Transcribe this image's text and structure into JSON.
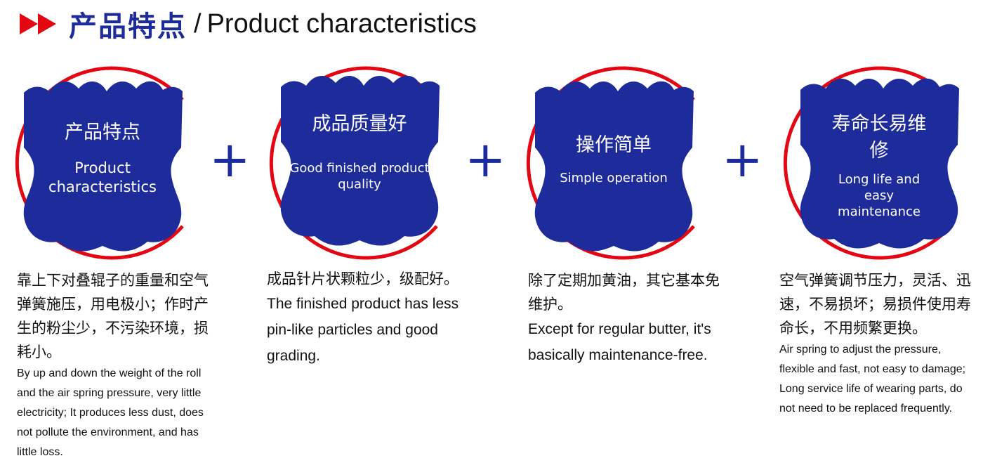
{
  "header": {
    "title_cn": "产品特点",
    "separator": "/",
    "title_en": "Product characteristics",
    "accent_color": "#e30613",
    "brand_color": "#1d2c9a"
  },
  "features": [
    {
      "cn": "产品特点",
      "en": "Product characteristics",
      "desc_cn": "靠上下对叠辊子的重量和空气弹簧施压，用电极小；作时产生的粉尘少，不污染环境，损耗小。",
      "desc_en": "By up and down the weight of the roll and the air spring pressure, very little electricity; It produces less dust, does not pollute the environment, and has little loss."
    },
    {
      "cn": "成品质量好",
      "en": "Good finished product quality",
      "desc_cn": "成品针片状颗粒少，级配好。",
      "desc_en": "The finished product has less pin-like particles and good grading."
    },
    {
      "cn": "操作简单",
      "en": "Simple operation",
      "desc_cn": "除了定期加黄油，其它基本免维护。",
      "desc_en": "Except for regular butter, it's basically maintenance-free."
    },
    {
      "cn": "寿命长易维修",
      "en": "Long life and easy maintenance",
      "desc_cn": "空气弹簧调节压力，灵活、迅速，不易损坏；易损件使用寿命长，不用频繁更换。",
      "desc_en": "Air spring to adjust the pressure, flexible and fast, not easy to damage; Long service life of wearing parts, do not need to be replaced frequently."
    }
  ],
  "plus_sign": "+"
}
